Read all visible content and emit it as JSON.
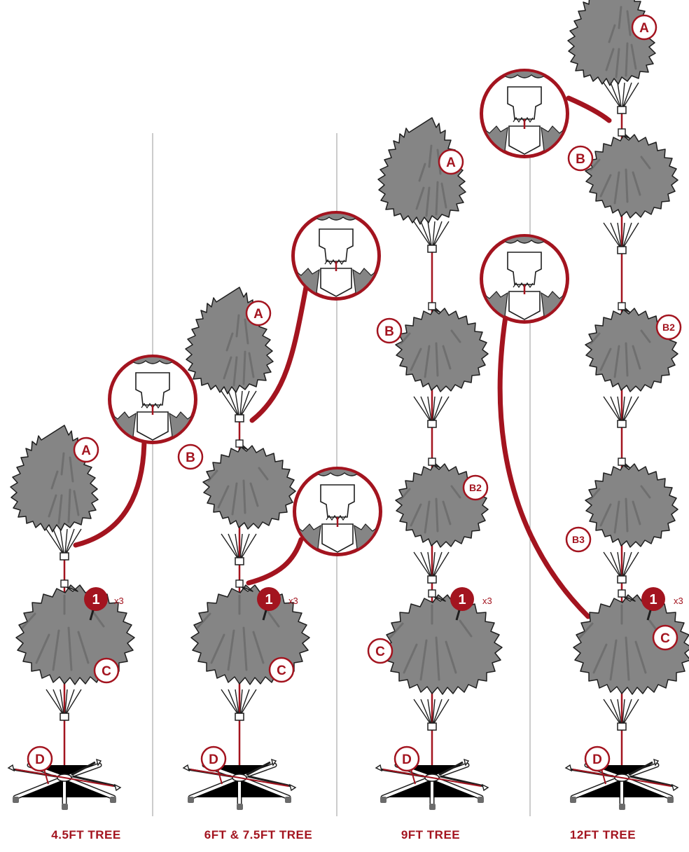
{
  "colors": {
    "accent": "#a3141f",
    "foliage": "#858585",
    "foliage_dark": "#5e5e5e",
    "line": "#1e1e1e",
    "divider": "#9a9a9a",
    "background": "#ffffff"
  },
  "screw_count": "x3",
  "trees": [
    {
      "caption": "4.5FT TREE",
      "parts": [
        {
          "label": "A",
          "shape": "top"
        },
        {
          "label": "C",
          "shape": "wide"
        }
      ],
      "base_labels": {
        "stand": "D",
        "screw": "1"
      },
      "callouts": 1
    },
    {
      "caption": "6FT & 7.5FT TREE",
      "parts": [
        {
          "label": "A",
          "shape": "top"
        },
        {
          "label": "B",
          "shape": "mid"
        },
        {
          "label": "C",
          "shape": "wide"
        }
      ],
      "base_labels": {
        "stand": "D",
        "screw": "1"
      },
      "callouts": 2
    },
    {
      "caption": "9FT TREE",
      "parts": [
        {
          "label": "A",
          "shape": "top"
        },
        {
          "label": "B",
          "shape": "mid"
        },
        {
          "label": "B2",
          "shape": "mid"
        },
        {
          "label": "C",
          "shape": "wide"
        }
      ],
      "base_labels": {
        "stand": "D",
        "screw": "1"
      },
      "callouts": 0
    },
    {
      "caption": "12FT TREE",
      "parts": [
        {
          "label": "A",
          "shape": "top"
        },
        {
          "label": "B",
          "shape": "mid"
        },
        {
          "label": "B2",
          "shape": "mid"
        },
        {
          "label": "B3",
          "shape": "mid"
        },
        {
          "label": "C",
          "shape": "wide"
        }
      ],
      "base_labels": {
        "stand": "D",
        "screw": "1"
      },
      "callouts": 2
    }
  ]
}
